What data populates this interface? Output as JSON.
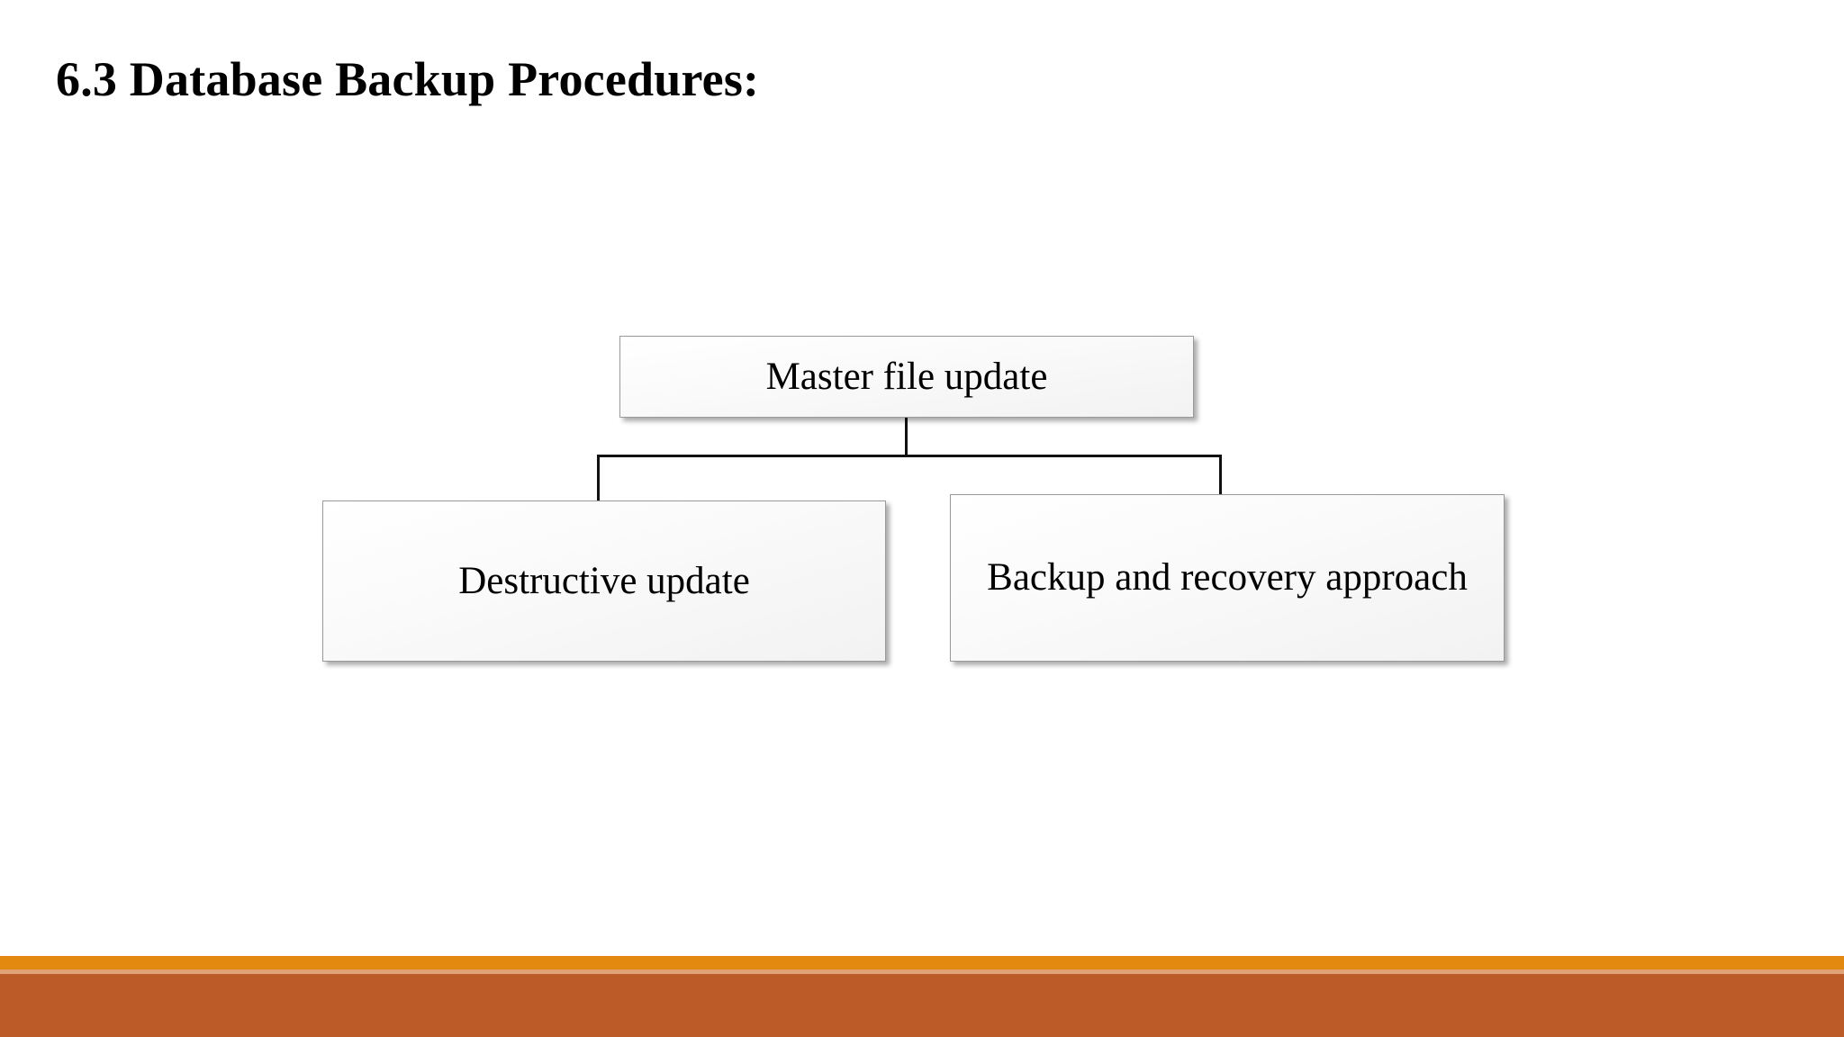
{
  "slide": {
    "title": "6.3 Database Backup Procedures:",
    "background_color": "#ffffff"
  },
  "diagram": {
    "type": "hierarchy-tree",
    "nodes": [
      {
        "id": "root",
        "label": "Master file update",
        "level": 0
      },
      {
        "id": "left",
        "label": "Destructive update",
        "level": 1,
        "parent": "root"
      },
      {
        "id": "right",
        "label": "Backup and recovery approach",
        "level": 1,
        "parent": "root"
      }
    ],
    "edges": [
      {
        "from": "root",
        "to": "left"
      },
      {
        "from": "root",
        "to": "right"
      }
    ],
    "node_style": {
      "fill": "#f6f6f6",
      "border_color": "#9a9a9a",
      "text_color": "#000000",
      "shadow": "drop"
    },
    "connector_color": "#111111"
  },
  "footer": {
    "band_orange_color": "#E4890F",
    "band_hairline_color": "#E2A277",
    "band_brick_color": "#BC5A28"
  }
}
